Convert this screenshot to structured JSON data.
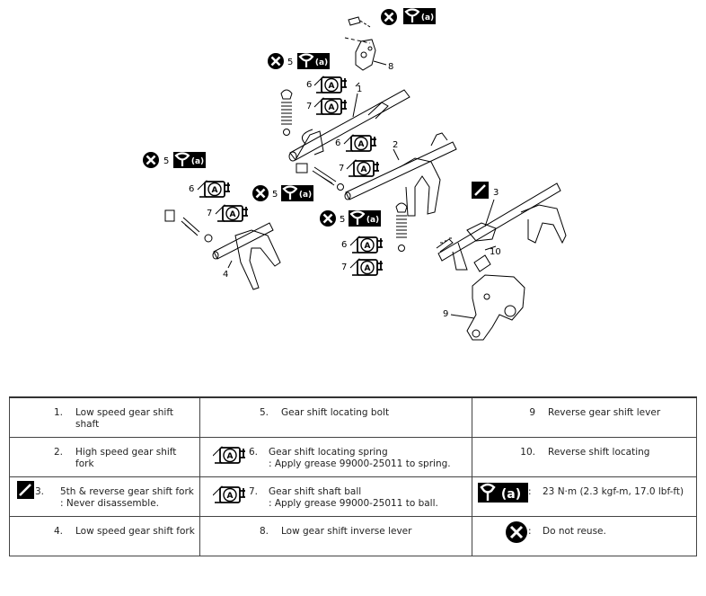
{
  "diagram": {
    "callouts": [
      "1",
      "2",
      "3",
      "4",
      "5",
      "6",
      "7",
      "8",
      "9",
      "10"
    ],
    "torque_symbol": "(a)",
    "grease_symbol": "A"
  },
  "legend": [
    {
      "num": "1.",
      "text": "Low speed gear shift shaft"
    },
    {
      "num": "5.",
      "text": "Gear shift locating bolt"
    },
    {
      "num": "9",
      "text": "Reverse gear shift lever"
    },
    {
      "num": "2.",
      "text": "High speed gear shift fork"
    },
    {
      "num": "6.",
      "text": "Gear shift locating spring",
      "note": ": Apply grease 99000-25011 to spring."
    },
    {
      "num": "10.",
      "text": "Reverse shift locating"
    },
    {
      "num": "3.",
      "text": "5th & reverse gear shift fork",
      "note": ": Never disassemble."
    },
    {
      "num": "7.",
      "text": "Gear shift shaft ball",
      "note": ": Apply grease 99000-25011 to ball."
    },
    {
      "num": ":",
      "text": "23 N·m (2.3 kgf-m, 17.0 lbf-ft)",
      "symbol": "(a)"
    },
    {
      "num": "4.",
      "text": "Low speed gear shift fork"
    },
    {
      "num": "8.",
      "text": "Low gear shift inverse lever"
    },
    {
      "num": ":",
      "text": "Do not reuse."
    }
  ]
}
